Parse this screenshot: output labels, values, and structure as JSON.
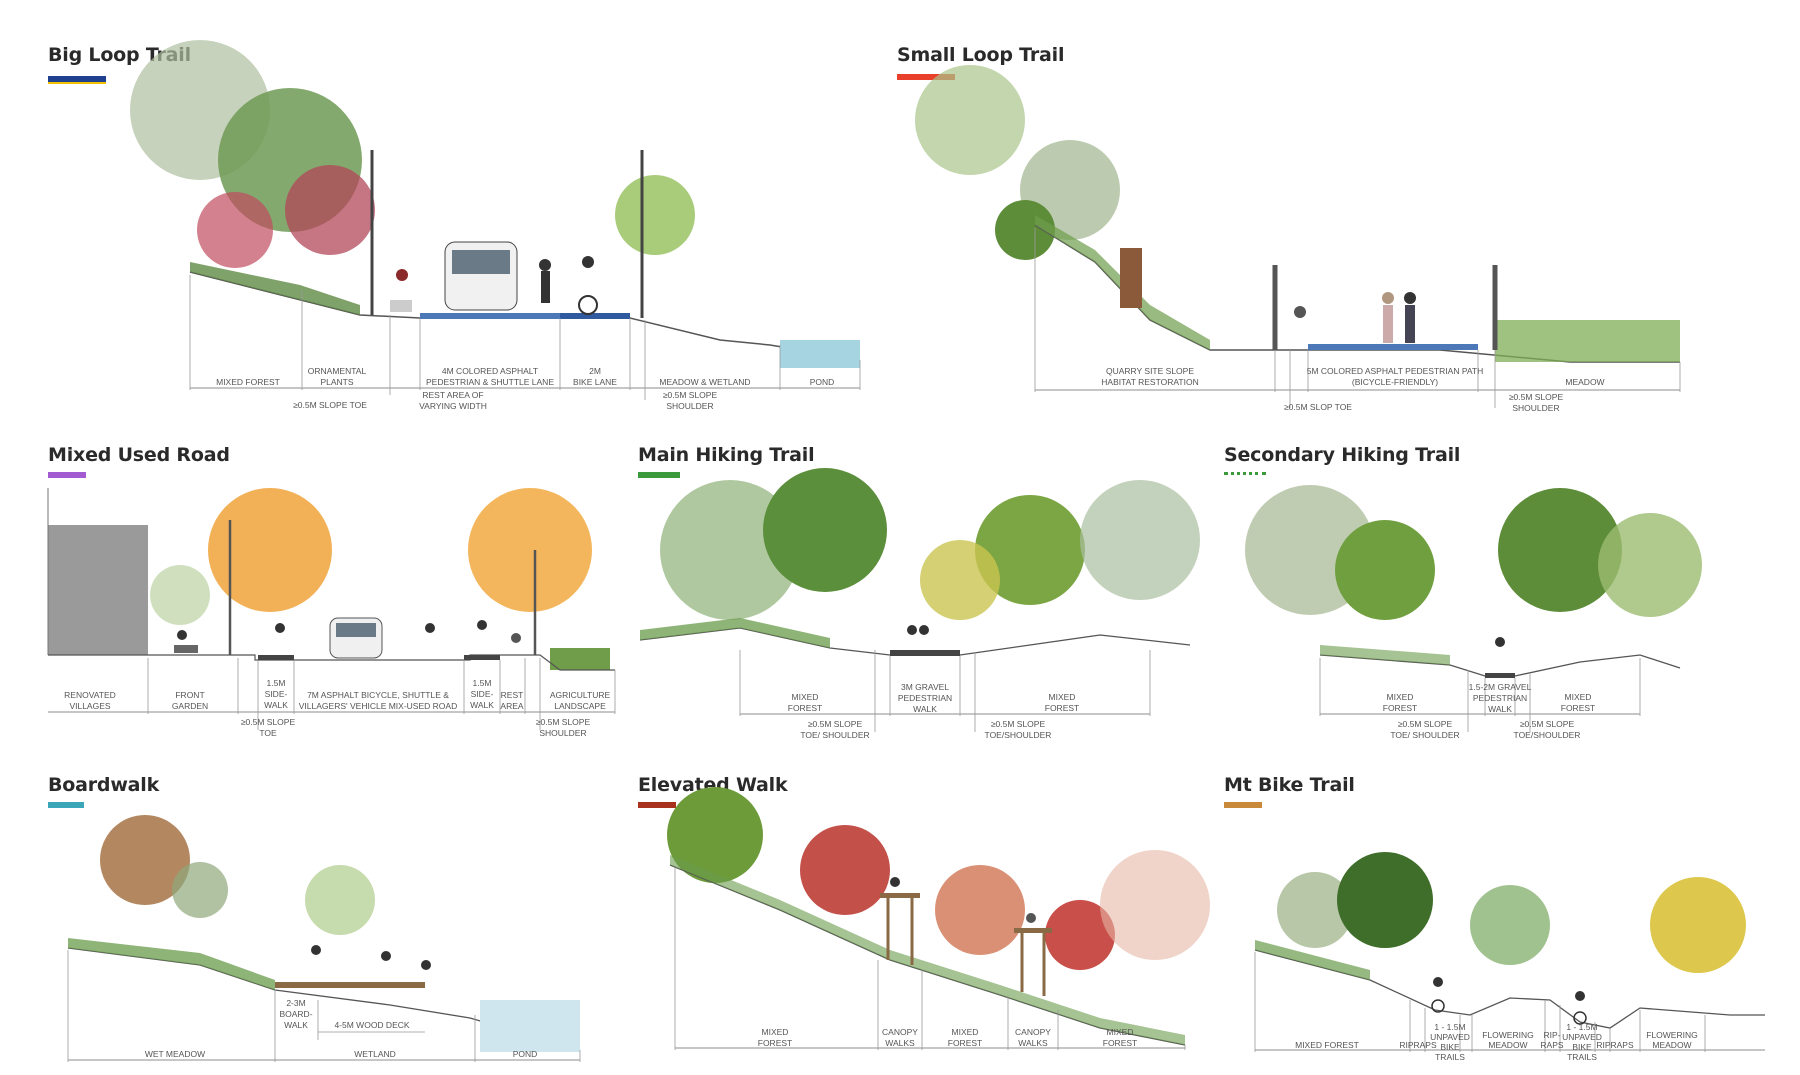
{
  "sections": {
    "big_loop": {
      "title": "Big Loop Trail",
      "color": "#1f3f8f",
      "color2": "#f2c200",
      "labels": {
        "mixed_forest": "MIXED FOREST",
        "ornamental_1": "ORNAMENTAL",
        "ornamental_2": "PLANTS",
        "slope_toe": "≥0.5M SLOPE TOE",
        "asphalt_1": "4M COLORED ASPHALT",
        "asphalt_2": "PEDESTRIAN & SHUTTLE LANE",
        "bike_1": "2M",
        "bike_2": "BIKE LANE",
        "rest_1": "REST AREA OF",
        "rest_2": "VARYING WIDTH",
        "meadow": "MEADOW & WETLAND",
        "shoulder_1": "≥0.5M SLOPE",
        "shoulder_2": "SHOULDER",
        "pond": "POND"
      }
    },
    "small_loop": {
      "title": "Small Loop Trail",
      "color": "#e8402a",
      "labels": {
        "quarry_1": "QUARRY SITE SLOPE",
        "quarry_2": "HABITAT RESTORATION",
        "path_1": "5M COLORED ASPHALT PEDESTRIAN PATH",
        "path_2": "(BICYCLE-FRIENDLY)",
        "meadow": "MEADOW",
        "slop_toe": "≥0.5M SLOP TOE",
        "shoulder_1": "≥0.5M SLOPE",
        "shoulder_2": "SHOULDER"
      }
    },
    "mixed_road": {
      "title": "Mixed Used Road",
      "color": "#a25bd0",
      "labels": {
        "villages_1": "RENOVATED",
        "villages_2": "VILLAGES",
        "garden_1": "FRONT",
        "garden_2": "GARDEN",
        "side1_1": "1.5M",
        "side1_2": "SIDE-",
        "side1_3": "WALK",
        "road_1": "7M ASPHALT BICYCLE, SHUTTLE &",
        "road_2": "VILLAGERS' VEHICLE MIX-USED ROAD",
        "side2_1": "1.5M",
        "side2_2": "SIDE-",
        "side2_3": "WALK",
        "rest_1": "REST",
        "rest_2": "AREA",
        "agri_1": "AGRICULTURE",
        "agri_2": "LANDSCAPE",
        "toe_1": "≥0.5M SLOPE",
        "toe_2": "TOE",
        "shoulder_1": "≥0.5M SLOPE",
        "shoulder_2": "SHOULDER"
      }
    },
    "main_hiking": {
      "title": "Main Hiking Trail",
      "color": "#3c9a3c",
      "labels": {
        "forest_l1": "MIXED",
        "forest_l2": "FOREST",
        "gravel_1": "3M GRAVEL",
        "gravel_2": "PEDESTRIAN",
        "gravel_3": "WALK",
        "forest_r1": "MIXED",
        "forest_r2": "FOREST",
        "toe_l1": "≥0.5M SLOPE",
        "toe_l2": "TOE/ SHOULDER",
        "toe_r1": "≥0.5M SLOPE",
        "toe_r2": "TOE/SHOULDER"
      }
    },
    "secondary_hiking": {
      "title": "Secondary Hiking Trail",
      "color": "#3c9a3c",
      "labels": {
        "forest_l1": "MIXED",
        "forest_l2": "FOREST",
        "gravel_1": "1.5-2M GRAVEL",
        "gravel_2": "PEDESTRIAN",
        "gravel_3": "WALK",
        "forest_r1": "MIXED",
        "forest_r2": "FOREST",
        "toe_l1": "≥0.5M SLOPE",
        "toe_l2": "TOE/ SHOULDER",
        "toe_r1": "≥0.5M SLOPE",
        "toe_r2": "TOE/SHOULDER"
      }
    },
    "boardwalk": {
      "title": "Boardwalk",
      "color": "#3aa6b8",
      "labels": {
        "wet_meadow": "WET MEADOW",
        "bw_1": "2-3M",
        "bw_2": "BOARD-",
        "bw_3": "WALK",
        "deck": "4-5M WOOD DECK",
        "wetland": "WETLAND",
        "pond": "POND"
      }
    },
    "elevated": {
      "title": "Elevated Walk",
      "color": "#a8321e",
      "labels": {
        "f1_1": "MIXED",
        "f1_2": "FOREST",
        "c1_1": "CANOPY",
        "c1_2": "WALKS",
        "f2_1": "MIXED",
        "f2_2": "FOREST",
        "c2_1": "CANOPY",
        "c2_2": "WALKS",
        "f3_1": "MIXED",
        "f3_2": "FOREST"
      }
    },
    "mt_bike": {
      "title": "Mt Bike Trail",
      "color": "#c8893a",
      "labels": {
        "forest": "MIXED FOREST",
        "riprap1": "RIPRAPS",
        "trail1_1": "1 - 1.5M",
        "trail1_2": "UNPAVED",
        "trail1_3": "BIKE",
        "trail1_4": "TRAILS",
        "meadow1_1": "FLOWERING",
        "meadow1_2": "MEADOW",
        "riprap2_1": "RIP-",
        "riprap2_2": "RAPS",
        "trail2_1": "1 - 1.5M",
        "trail2_2": "UNPAVED",
        "trail2_3": "BIKE",
        "trail2_4": "TRAILS",
        "riprap3": "RIPRAPS",
        "meadow2_1": "FLOWERING",
        "meadow2_2": "MEADOW"
      }
    }
  }
}
